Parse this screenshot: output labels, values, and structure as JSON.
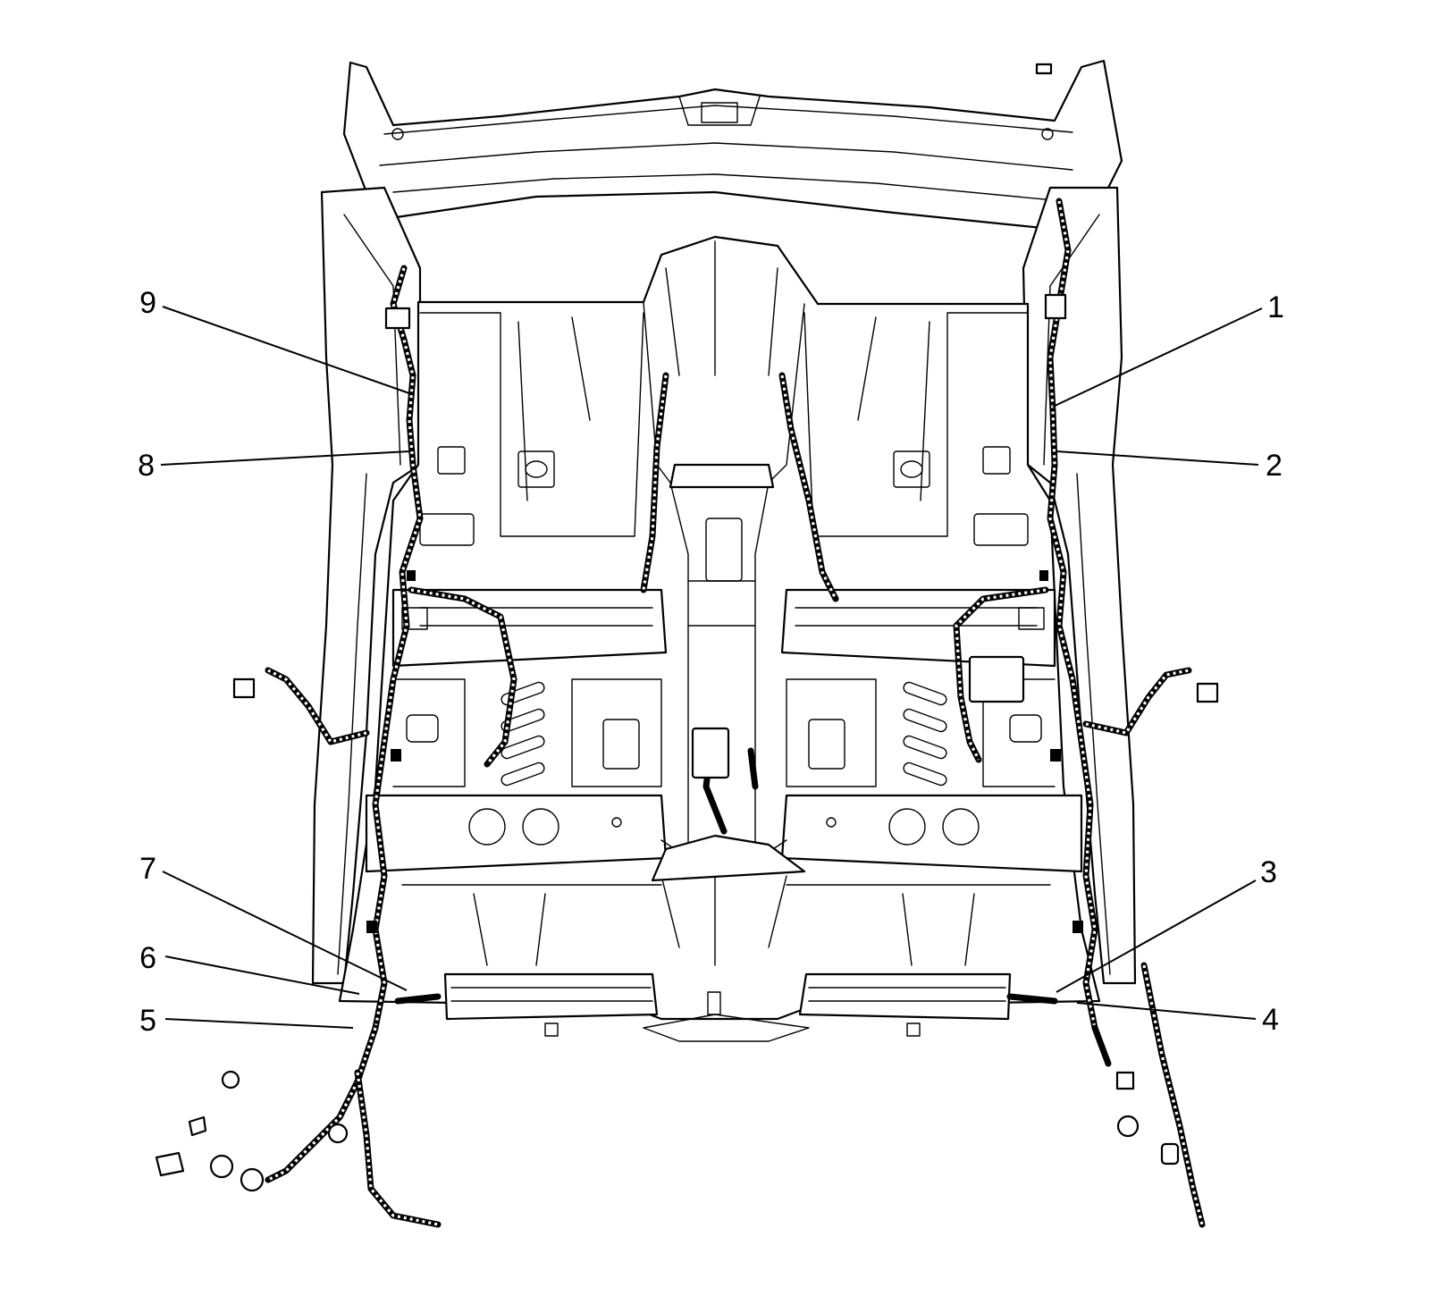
{
  "callouts": [
    {
      "id": 1,
      "label": "1"
    },
    {
      "id": 2,
      "label": "2"
    },
    {
      "id": 3,
      "label": "3"
    },
    {
      "id": 4,
      "label": "4"
    },
    {
      "id": 5,
      "label": "5"
    },
    {
      "id": 6,
      "label": "6"
    },
    {
      "id": 7,
      "label": "7"
    },
    {
      "id": 8,
      "label": "8"
    },
    {
      "id": 9,
      "label": "9"
    }
  ]
}
